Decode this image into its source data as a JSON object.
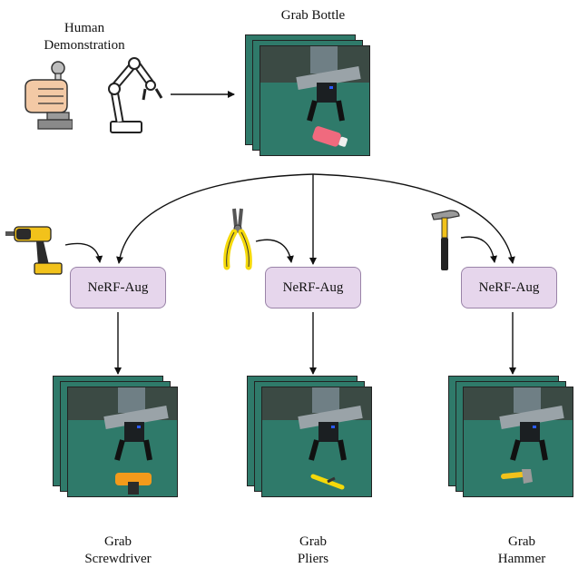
{
  "demo_label": "Human\nDemonstration",
  "source_task_label": "Grab Bottle",
  "augment_box_label": "NeRF-Aug",
  "outputs": [
    {
      "label": "Grab\nScrewdriver",
      "tool": "drill"
    },
    {
      "label": "Grab\nPliers",
      "tool": "pliers"
    },
    {
      "label": "Grab\nHammer",
      "tool": "hammer"
    }
  ],
  "colors": {
    "box_fill": "#e6d6ec",
    "box_border": "#9a83a8",
    "scene_green": "#2f7a6a",
    "drill_yellow": "#f2c21b",
    "pliers_yellow": "#f5d90a",
    "bottle_pink": "#f06a7e"
  },
  "icons": [
    "joystick-hand-icon",
    "robot-arm-icon",
    "drill-icon",
    "pliers-icon",
    "hammer-icon"
  ]
}
